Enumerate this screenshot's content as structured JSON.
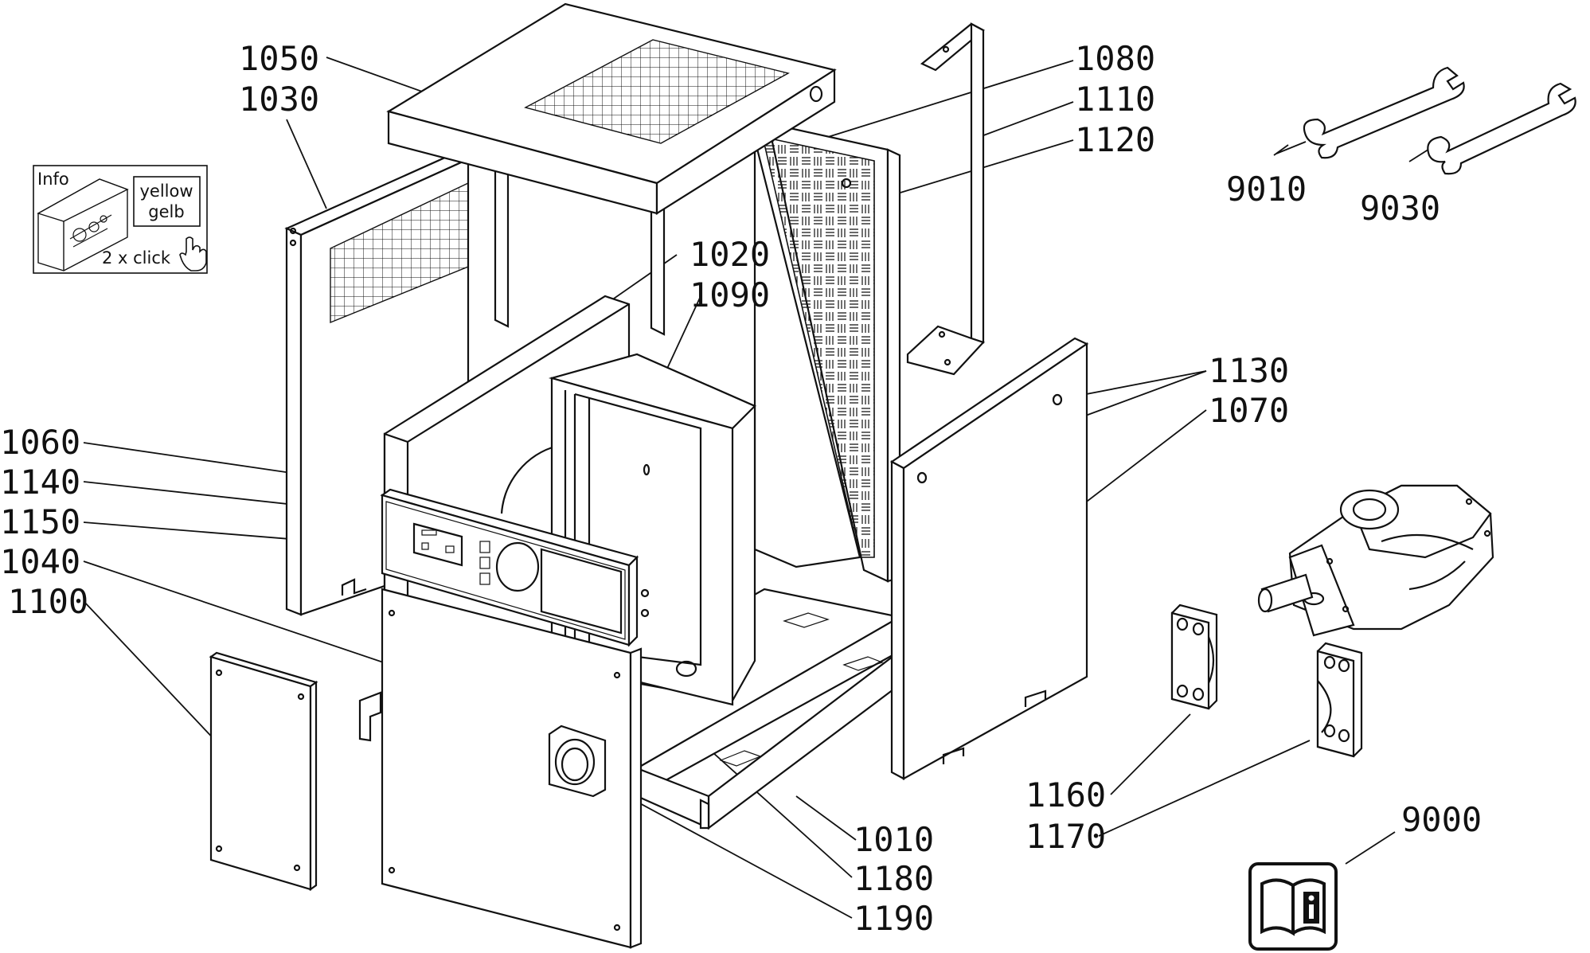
{
  "info_box": {
    "title": "Info",
    "color_line1": "yellow",
    "color_line2": "gelb",
    "hint": "2 x click",
    "pointer_icon": "hand-pointer-icon"
  },
  "manual_icon": "book-info-icon",
  "part_labels": {
    "p1050": "1050",
    "p1030": "1030",
    "p1080": "1080",
    "p1110": "1110",
    "p1120": "1120",
    "p9010": "9010",
    "p9030": "9030",
    "p1020": "1020",
    "p1090": "1090",
    "p1060": "1060",
    "p1140": "1140",
    "p1150": "1150",
    "p1040": "1040",
    "p1100": "1100",
    "p1130": "1130",
    "p1070": "1070",
    "p1160": "1160",
    "p1170": "1170",
    "p1010": "1010",
    "p1180": "1180",
    "p1190": "1190",
    "p9000": "9000"
  }
}
